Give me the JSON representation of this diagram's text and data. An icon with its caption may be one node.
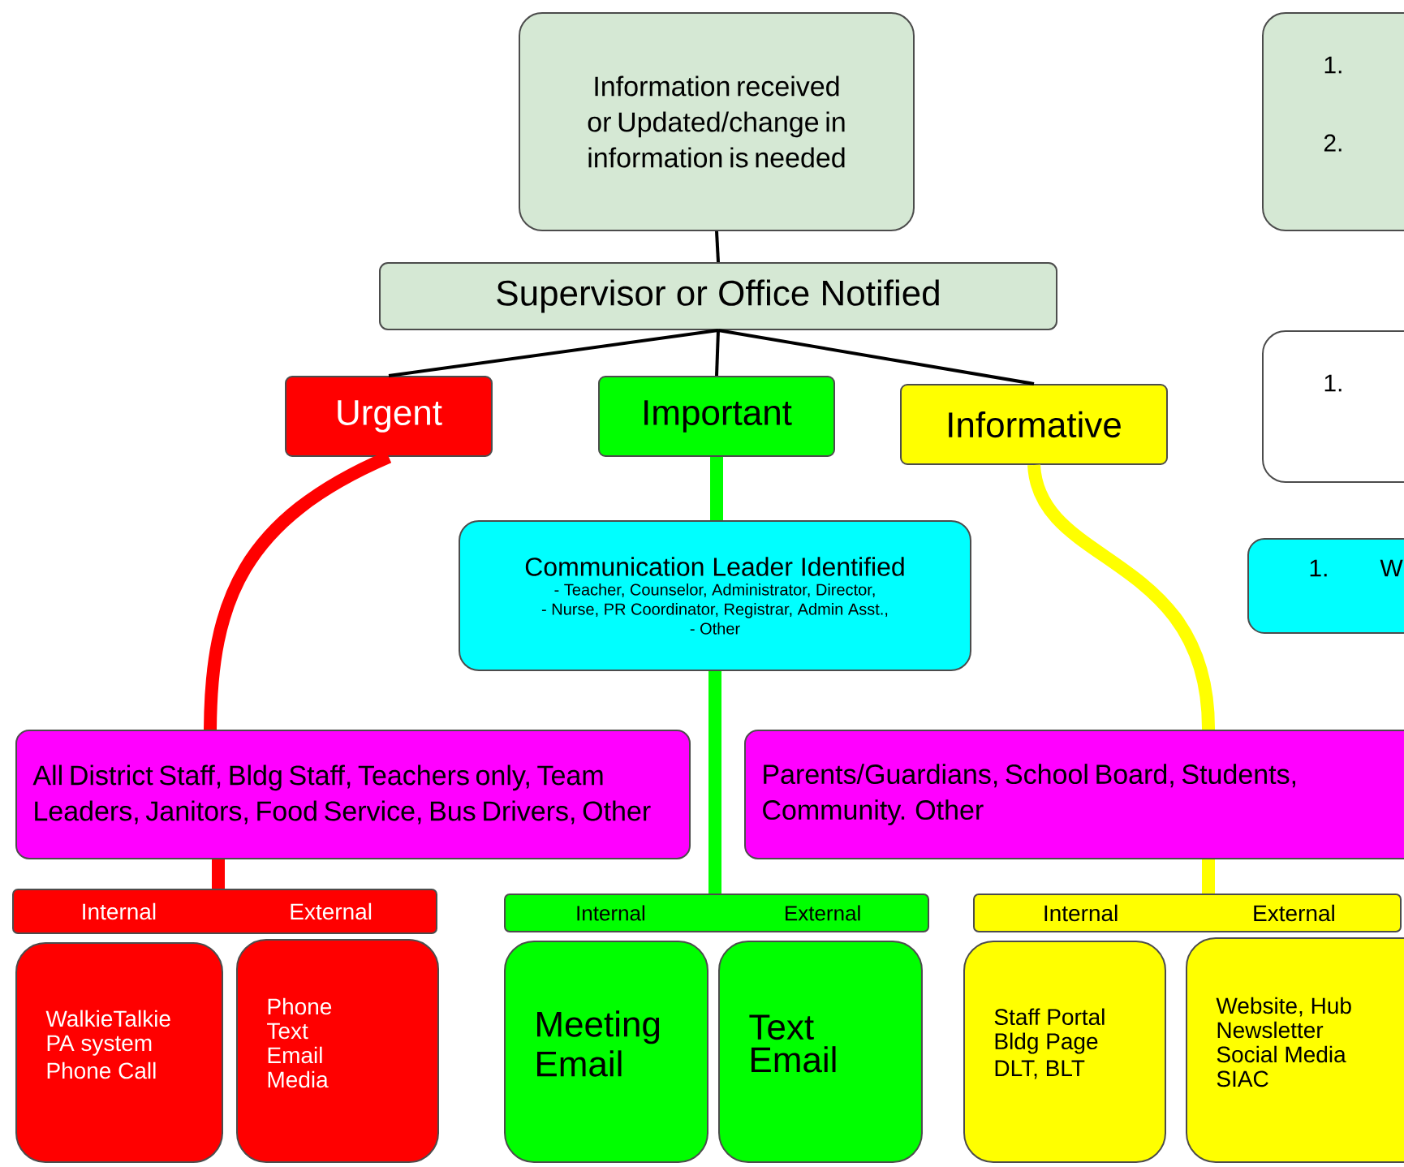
{
  "diagram": {
    "nodes": [
      {
        "text": [
          "Information received or Updated/change in information is needed"
        ]
      },
      {
        "text": [
          "Supervisor or Office Notified"
        ]
      },
      {
        "text": [
          "Urgent"
        ]
      },
      {
        "text": [
          "Important"
        ]
      },
      {
        "text": [
          "Informative"
        ]
      },
      {
        "text": [
          "Communication Leader Identified",
          "- Teacher, Counselor, Administrator, Director,",
          "- Nurse, PR Coordinator, Registrar, Admin Asst.,",
          "- Other"
        ]
      },
      {
        "text": [
          "All District Staff,  Bldg Staff, Teachers only, Team Leaders, Janitors, Food Service, Bus Drivers,  Other"
        ]
      },
      {
        "text": [
          "Parents/Guardians, School Board, Students, Community. Other"
        ]
      },
      {
        "text": [
          "Internal",
          "External"
        ]
      },
      {
        "text": [
          "WalkieTalkie",
          "PA system",
          "Phone Call"
        ]
      },
      {
        "text": [
          "Phone",
          "Text",
          "Email",
          "Media"
        ]
      },
      {
        "text": [
          "Internal",
          "External"
        ]
      },
      {
        "text": [
          "Meeting",
          "Email"
        ]
      },
      {
        "text": [
          "Text",
          "Email"
        ]
      },
      {
        "text": [
          "Internal",
          "External"
        ]
      },
      {
        "text": [
          "Staff Portal",
          "Bldg Page",
          "DLT, BLT"
        ]
      },
      {
        "text": [
          "Website, Hub",
          "Newsletter",
          "Social Media",
          "SIAC"
        ]
      },
      {
        "text": [
          "1.",
          "2."
        ]
      },
      {
        "text": [
          "1."
        ]
      },
      {
        "text": [
          "1.",
          "W"
        ]
      }
    ],
    "edges": [
      {
        "from": 0,
        "to": 1,
        "arrow": "none"
      },
      {
        "from": 1,
        "to": 2,
        "arrow": "none"
      },
      {
        "from": 1,
        "to": 3,
        "arrow": "none"
      },
      {
        "from": 1,
        "to": 4,
        "arrow": "none"
      },
      {
        "from": 2,
        "to": 6,
        "arrow": "none",
        "color": "#ff0000"
      },
      {
        "from": 6,
        "to": 8,
        "arrow": "none",
        "color": "#ff0000"
      },
      {
        "from": 3,
        "to": 5,
        "arrow": "none",
        "color": "#00ff00"
      },
      {
        "from": 5,
        "to": 11,
        "arrow": "none",
        "color": "#00ff00"
      },
      {
        "from": 4,
        "to": 7,
        "arrow": "none",
        "color": "#ffff00"
      },
      {
        "from": 7,
        "to": 14,
        "arrow": "none",
        "color": "#ffff00"
      }
    ]
  }
}
